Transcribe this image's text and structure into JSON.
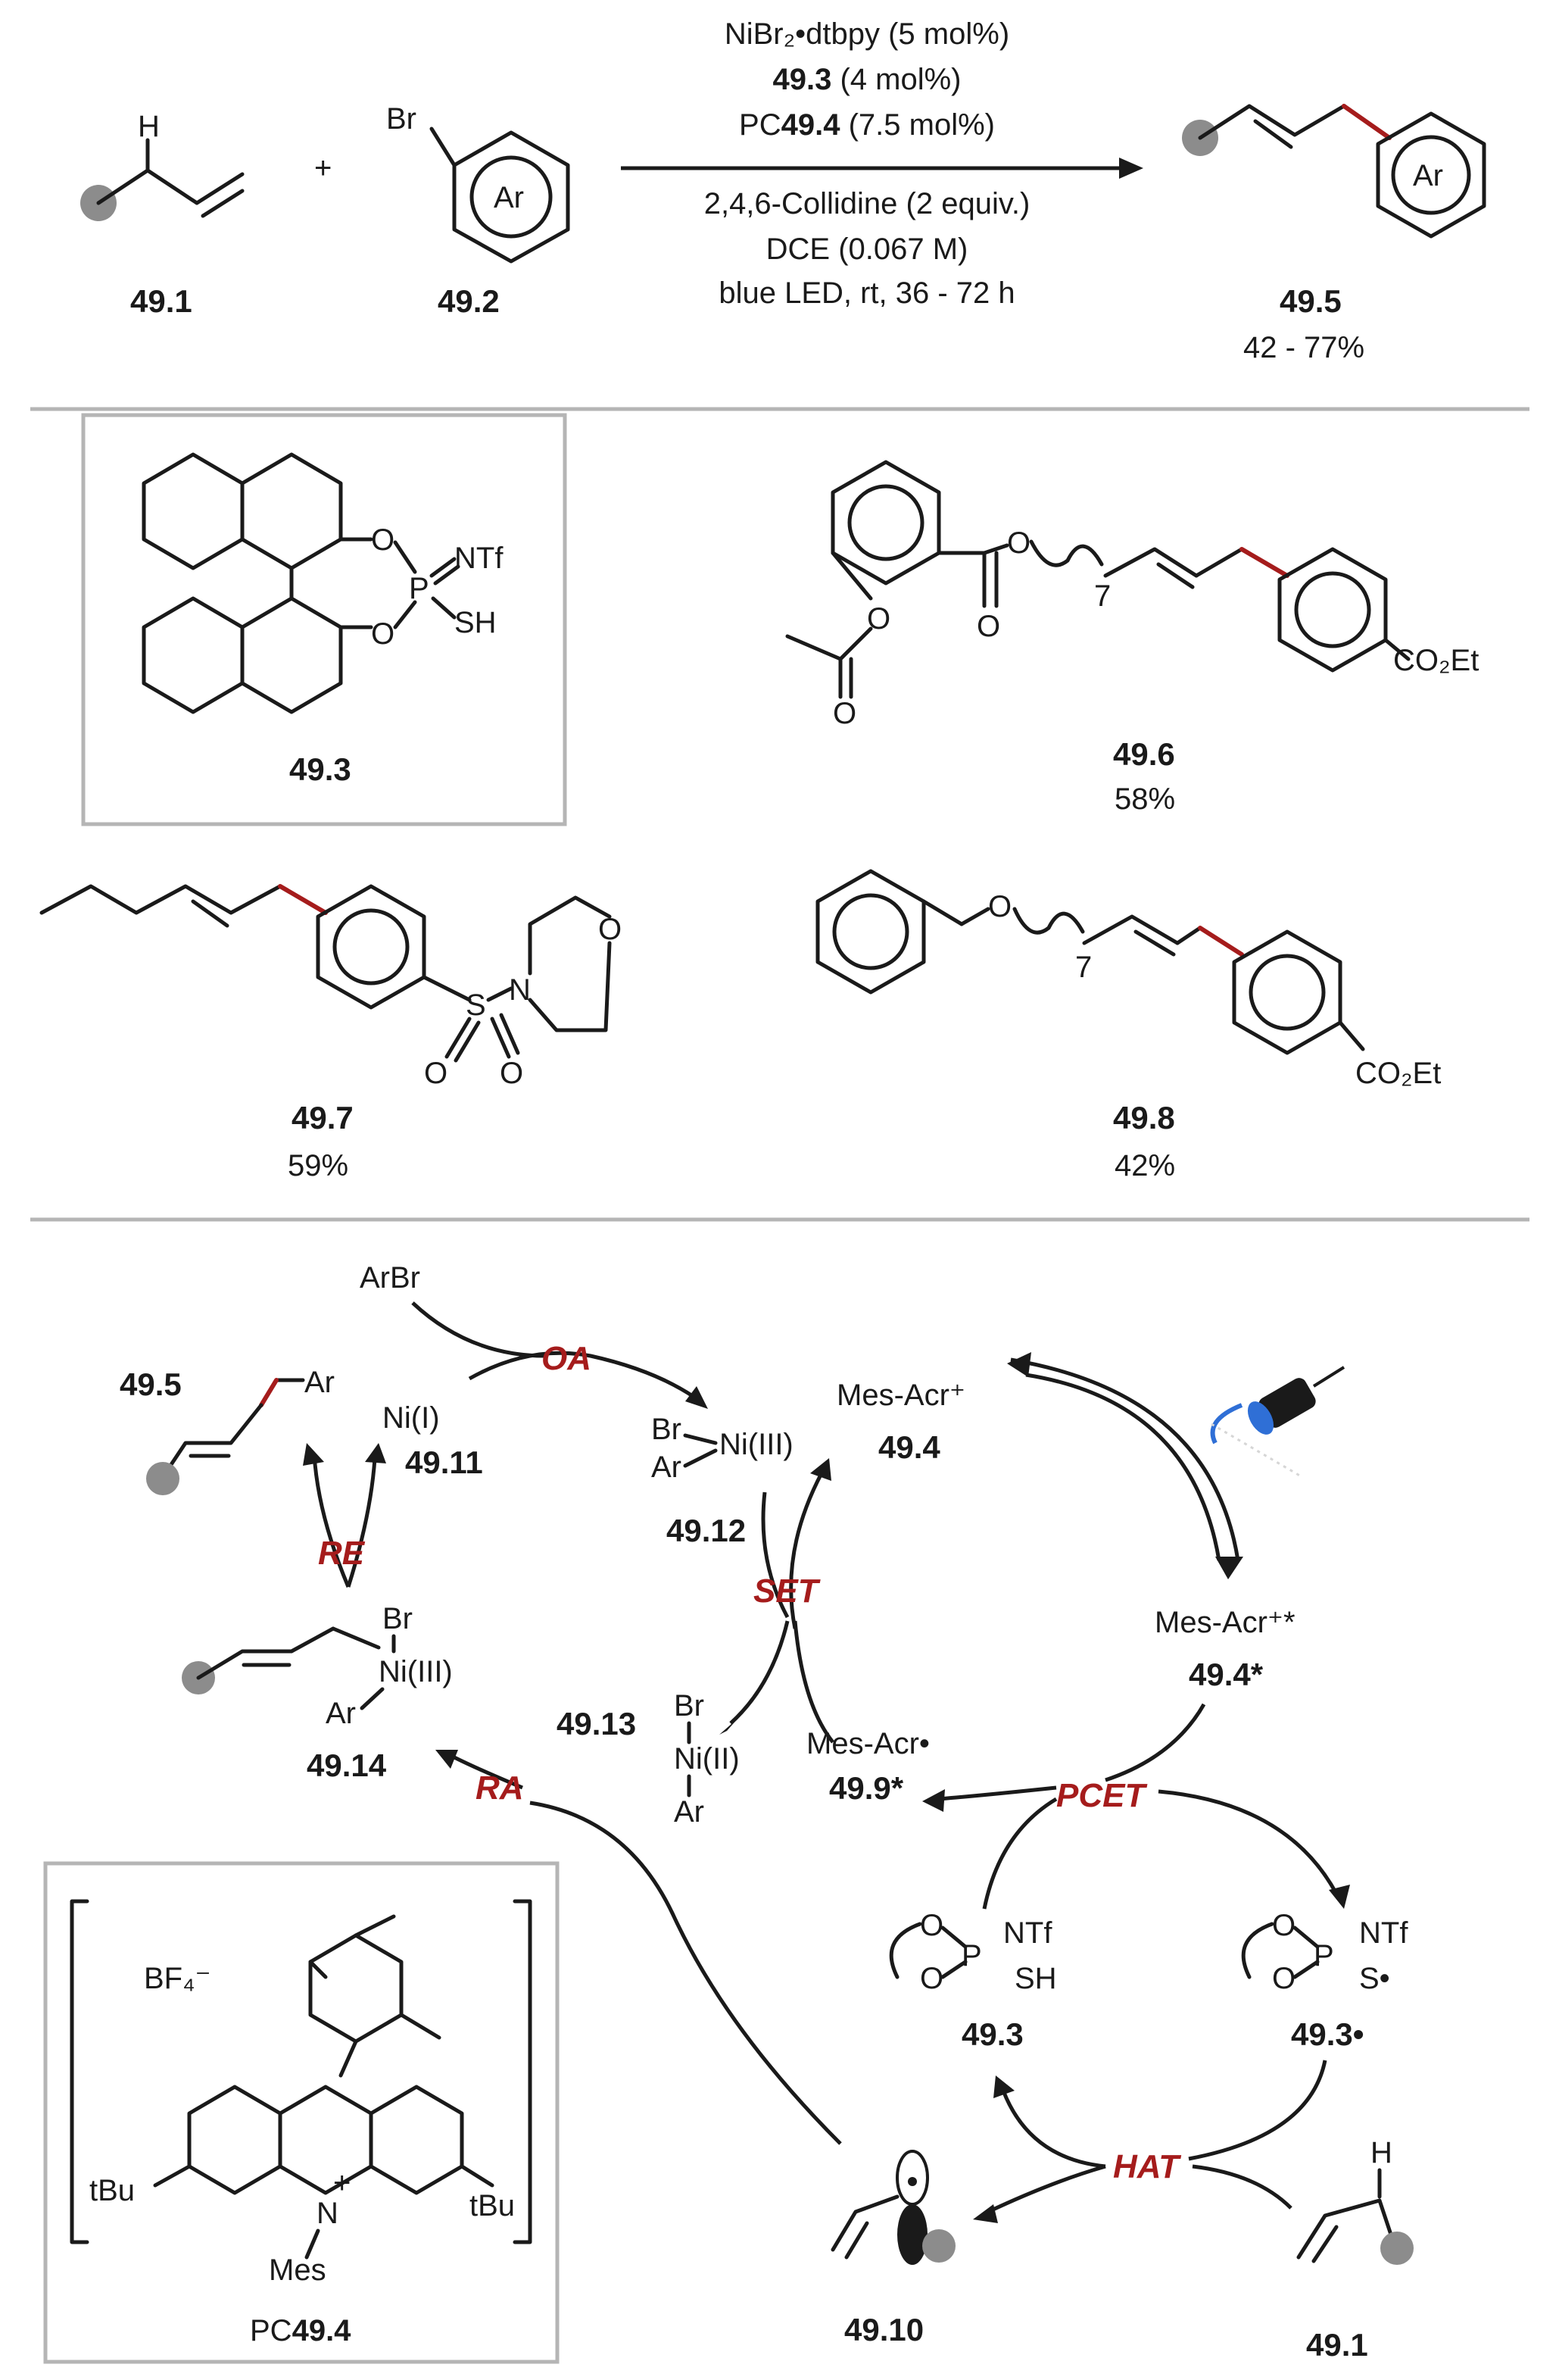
{
  "reaction": {
    "cond_line1": "NiBr₂•dtbpy (5 mol%)",
    "cond_line2_bold": "49.3",
    "cond_line2_rest": " (4 mol%)",
    "cond_line3_pre": "PC",
    "cond_line3_bold": "49.4",
    "cond_line3_rest": " (7.5 mol%)",
    "cond_line4": "2,4,6-Collidine (2 equiv.)",
    "cond_line5": "DCE (0.067 M)",
    "cond_line6": "blue LED, rt, 36 - 72 h",
    "plus": "+",
    "label_sm1": "49.1",
    "label_sm2": "49.2",
    "label_prod": "49.5",
    "prod_yield": "42 - 77%",
    "ar": "Ar",
    "br": "Br",
    "h": "H"
  },
  "examples": {
    "cat_label": "49.3",
    "cat_ntf": "NTf",
    "cat_sh": "SH",
    "o": "O",
    "p": "P",
    "e6_label": "49.6",
    "e6_yield": "58%",
    "e7_label": "49.7",
    "e7_yield": "59%",
    "e8_label": "49.8",
    "e8_yield": "42%",
    "co2et": "CO₂Et",
    "n": "N",
    "s": "S",
    "seven": "7"
  },
  "cycle": {
    "arbr": "ArBr",
    "oa": "OA",
    "re": "RE",
    "set": "SET",
    "ra": "RA",
    "pcet": "PCET",
    "hat": "HAT",
    "p495": "49.5",
    "ar": "Ar",
    "ni1": "Ni(I)",
    "l4911": "49.11",
    "br": "Br",
    "ni3": "Ni(III)",
    "l4912": "49.12",
    "mesacr": "Mes-Acr⁺",
    "l494": "49.4",
    "mesacr_star": "Mes-Acr⁺*",
    "l494star": "49.4*",
    "mesacr_rad": "Mes-Acr•",
    "l499": "49.9*",
    "l4913": "49.13",
    "ni2": "Ni(II)",
    "l4914": "49.14",
    "ntf": "NTf",
    "sh": "SH",
    "srad": "S•",
    "l493": "49.3",
    "l493rad": "49.3•",
    "l4910": "49.10",
    "l491": "49.1",
    "h": "H",
    "o": "O",
    "p": "P"
  },
  "photocat": {
    "counterion": "BF₄⁻",
    "tbu": "tBu",
    "n": "N",
    "plus": "+",
    "mes": "Mes",
    "label_pre": "PC",
    "label_bold": "49.4"
  },
  "colors": {
    "accent": "#a51c1c",
    "ink": "#1a1a1a",
    "rule": "#b5b5b5",
    "dot": "#8c8c8c",
    "led": "#2f6fd6"
  },
  "icons": [
    "blue-led-icon",
    "substituent-dot-icon"
  ]
}
